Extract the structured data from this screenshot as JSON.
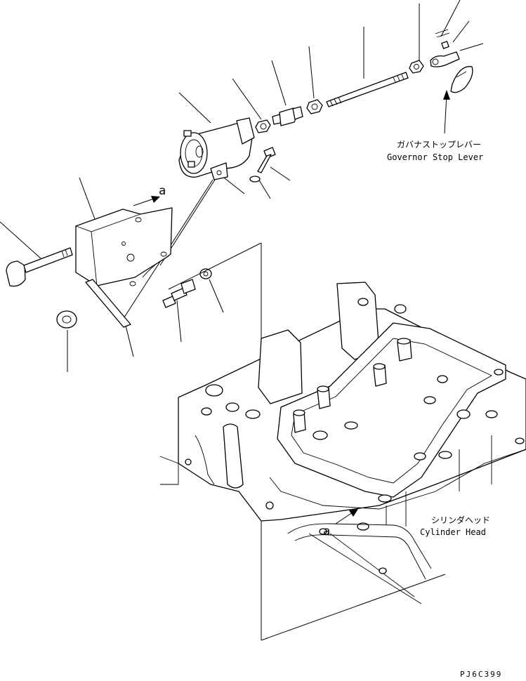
{
  "labels": {
    "governor_stop_lever_jp": "ガバナストップレバー",
    "governor_stop_lever_en": "Governor Stop Lever",
    "cylinder_head_jp": "シリンダヘッド",
    "cylinder_head_en": "Cylinder Head",
    "ref_a_top": "a",
    "ref_a_bottom": "a",
    "drawing_code": "PJ6C399"
  }
}
